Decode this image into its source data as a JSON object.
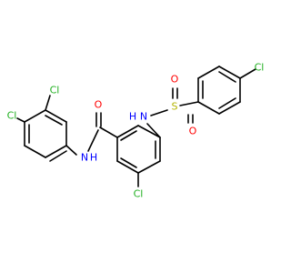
{
  "molecule": {
    "atoms": [
      {
        "label": "Cl",
        "color": "#20b020"
      },
      {
        "label": "S",
        "color": "#b4b400"
      },
      {
        "label": "O",
        "color": "#ff0000"
      },
      {
        "label": "O",
        "color": "#ff0000"
      },
      {
        "label": "N",
        "color": "#0000ff"
      },
      {
        "label": "H",
        "color": "#0000ff"
      },
      {
        "label": "O",
        "color": "#ff0000"
      },
      {
        "label": "Cl",
        "color": "#20b020"
      },
      {
        "label": "Cl",
        "color": "#20b020"
      },
      {
        "label": "N",
        "color": "#0000ff"
      },
      {
        "label": "H",
        "color": "#0000ff"
      },
      {
        "label": "Cl",
        "color": "#20b020"
      }
    ]
  }
}
